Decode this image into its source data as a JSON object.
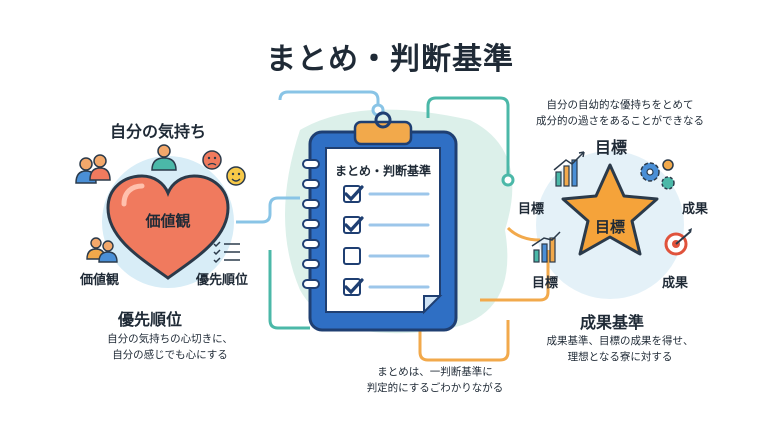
{
  "title": "まとめ・判断基準",
  "left": {
    "heading": "自分の気持ち",
    "heart_label": "価値観",
    "label_left": "価値観",
    "label_right": "優先順位",
    "bottom_heading": "優先順位",
    "desc_line1": "自分の気持ちの心切きに、",
    "desc_line2": "自分の感じでも心にする"
  },
  "center": {
    "clipboard_title": "まとめ・判断基準",
    "checklist": [
      true,
      true,
      false,
      true
    ],
    "bottom_note_line1": "まとめは、一判断基準に",
    "bottom_note_line2": "判定的にするごわかりながる"
  },
  "right": {
    "top_note_line1": "自分の自幼的な優持ちをとめて",
    "top_note_line2": "成分的の過さをあることができなる",
    "label_top": "目標",
    "label_left_top": "目標",
    "label_right_top": "成果",
    "star_label": "目標",
    "label_left_bottom": "目標",
    "label_right_bottom": "成果",
    "bottom_heading": "成果基準",
    "desc_line1": "成果基準、目標の成果を得せ、",
    "desc_line2": "理想となる寮に対する"
  },
  "colors": {
    "heart": "#f07a5e",
    "star": "#f5a33a",
    "clipboard_frame": "#2f6fc4",
    "accent_teal": "#4bb8a8",
    "accent_orange": "#f2a94b",
    "accent_blue": "#89c4e6"
  }
}
